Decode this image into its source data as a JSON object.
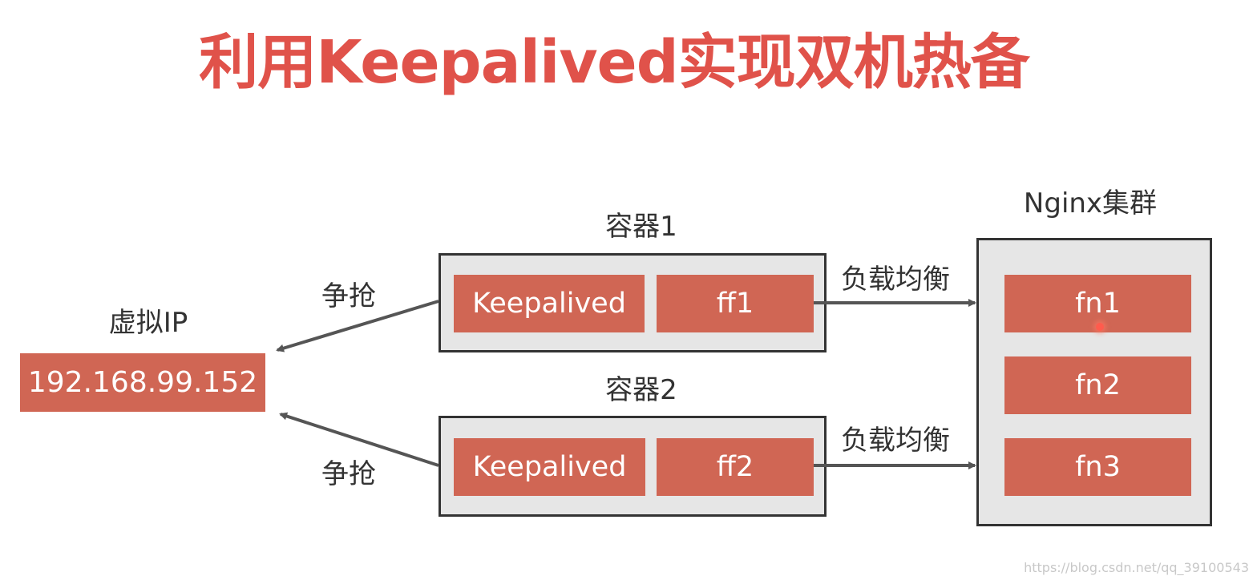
{
  "title": "利用Keepalived实现双机热备",
  "virtual_ip": {
    "label": "虚拟IP",
    "address": "192.168.99.152"
  },
  "containers": [
    {
      "label": "容器1",
      "keepalived": "Keepalived",
      "node": "ff1",
      "compete_label": "争抢",
      "lb_label": "负载均衡"
    },
    {
      "label": "容器2",
      "keepalived": "Keepalived",
      "node": "ff2",
      "compete_label": "争抢",
      "lb_label": "负载均衡"
    }
  ],
  "cluster": {
    "label": "Nginx集群",
    "nodes": [
      "fn1",
      "fn2",
      "fn3"
    ]
  },
  "watermark": "https://blog.csdn.net/qq_39100543",
  "colors": {
    "title": "#e0524a",
    "block": "#d06654",
    "box_fill": "#e6e6e6",
    "border": "#333333",
    "arrow": "#555555"
  }
}
